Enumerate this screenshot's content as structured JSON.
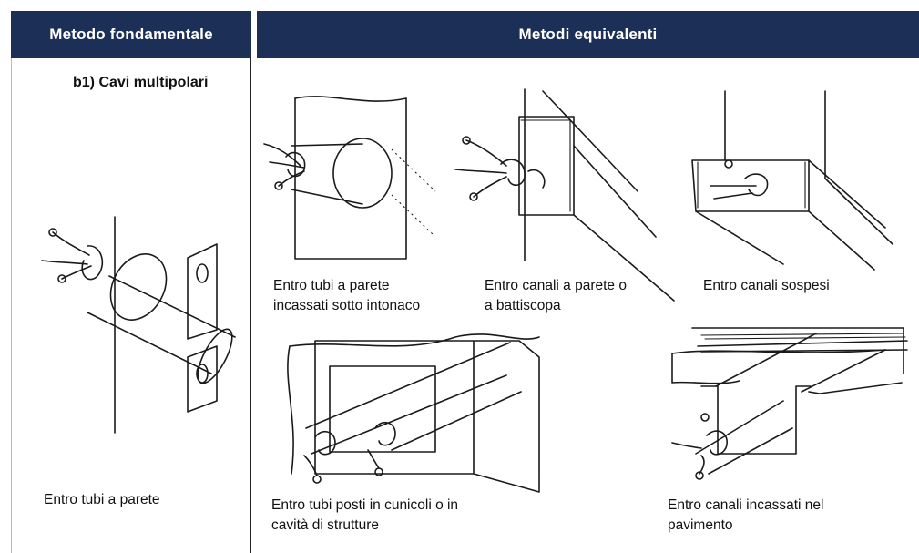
{
  "header": {
    "fundamental": "Metodo fondamentale",
    "equivalent": "Metodi equivalenti"
  },
  "fundamental": {
    "subtitle": "b1) Cavi multipolari",
    "caption": "Entro tubi a parete"
  },
  "methods": [
    {
      "caption": "Entro tubi a parete\nincassati sotto intonaco"
    },
    {
      "caption": "Entro canali a parete o\na battiscopa"
    },
    {
      "caption": "Entro canali sospesi"
    },
    {
      "caption": "Entro tubi posti in cunicoli o in\ncavità di strutture"
    },
    {
      "caption": "Entro canali incassati nel\npavimento"
    }
  ]
}
